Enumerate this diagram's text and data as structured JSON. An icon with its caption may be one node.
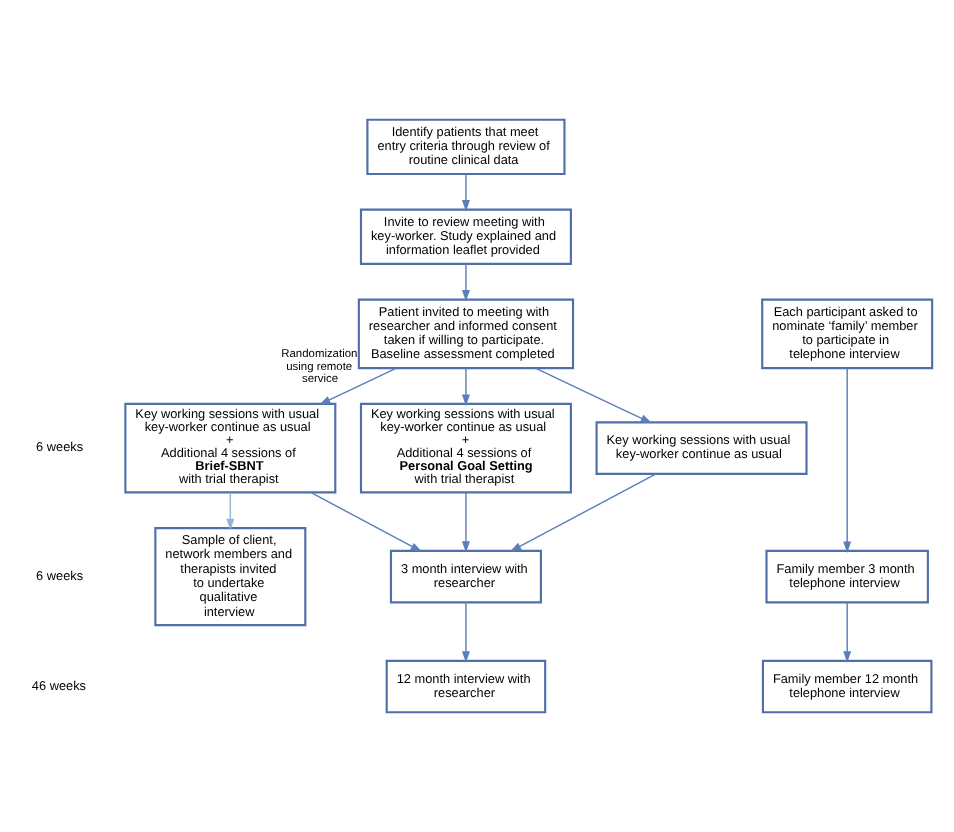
{
  "diagram": {
    "nodes": [
      {
        "text": [
          "Identify patients that meet entry criteria through review of routine clinical data"
        ]
      },
      {
        "text": [
          "Invite to review meeting with key-worker. Study explained and information leaflet provided"
        ]
      },
      {
        "text": [
          "Patient invited to meeting with researcher and informed consent taken if willing to participate. Baseline assessment completed"
        ]
      },
      {
        "text": [
          "Each participant asked to nominate ‘family’ member to participate in telephone interview"
        ]
      },
      {
        "text": [
          "Key working sessions with usual key-worker continue as usual",
          "+",
          "Additional 4 sessions of **Brief-SBNT** with trial therapist"
        ]
      },
      {
        "text": [
          "Key working sessions with usual key-worker continue as usual",
          "+",
          "Additional 4 sessions of **Personal Goal Setting** with trial therapist"
        ]
      },
      {
        "text": [
          "Key working sessions with usual key-worker continue as usual"
        ]
      },
      {
        "text": [
          "Sample of client, network members and therapists invited to undertake qualitative interview"
        ]
      },
      {
        "text": [
          "3 month interview with researcher"
        ]
      },
      {
        "text": [
          "Family member 3 month telephone interview"
        ]
      },
      {
        "text": [
          "12 month interview with researcher"
        ]
      },
      {
        "text": [
          "Family member 12 month telephone interview"
        ]
      }
    ],
    "edges": [
      {
        "from": 0,
        "to": 1,
        "arrow": "to"
      },
      {
        "from": 1,
        "to": 2,
        "arrow": "to"
      },
      {
        "from": 2,
        "to": 4,
        "arrow": "to",
        "label": "Randomization using remote service"
      },
      {
        "from": 2,
        "to": 5,
        "arrow": "to"
      },
      {
        "from": 2,
        "to": 6,
        "arrow": "to"
      },
      {
        "from": 3,
        "to": 9,
        "arrow": "to"
      },
      {
        "from": 4,
        "to": 7,
        "arrow": "to",
        "color": "#95b3d7"
      },
      {
        "from": 4,
        "to": 8,
        "arrow": "to"
      },
      {
        "from": 5,
        "to": 8,
        "arrow": "to"
      },
      {
        "from": 6,
        "to": 8,
        "arrow": "to"
      },
      {
        "from": 8,
        "to": 10,
        "arrow": "to"
      },
      {
        "from": 9,
        "to": 11,
        "arrow": "to"
      }
    ],
    "labels": [
      "6 weeks",
      "6 weeks",
      "46 weeks"
    ]
  }
}
